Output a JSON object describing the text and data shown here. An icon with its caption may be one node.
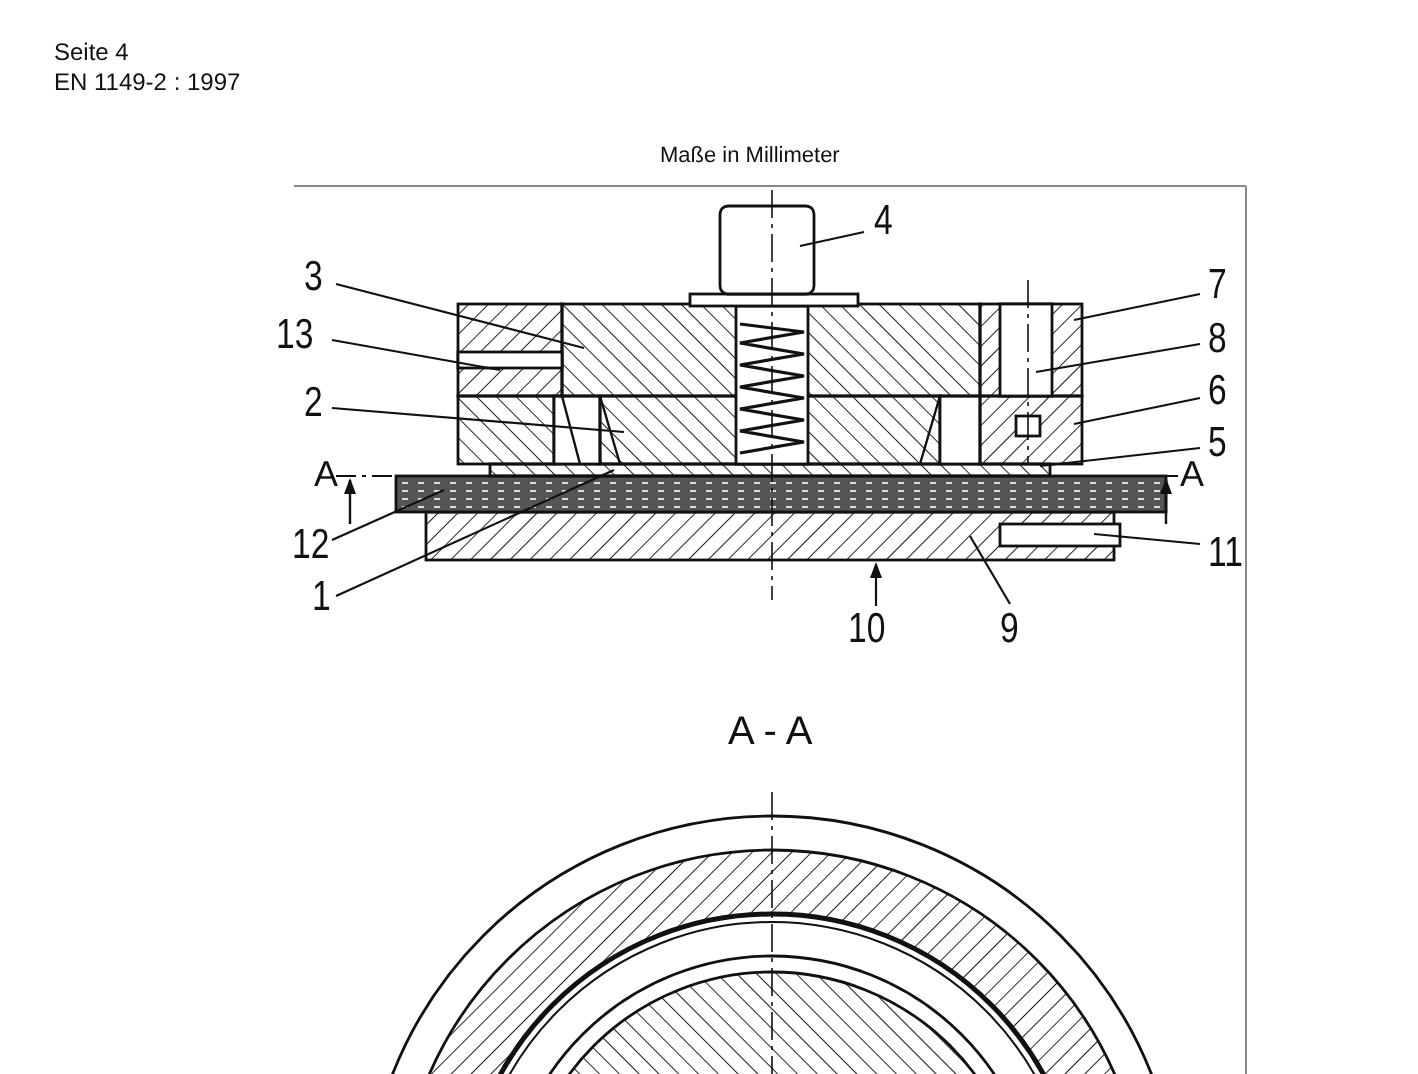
{
  "diagram": {
    "nodes": [
      {
        "text": [
          "4"
        ]
      },
      {
        "text": [
          "3"
        ]
      },
      {
        "text": [
          "7"
        ]
      },
      {
        "text": [
          "13"
        ]
      },
      {
        "text": [
          "8"
        ]
      },
      {
        "text": [
          "2"
        ]
      },
      {
        "text": [
          "6"
        ]
      },
      {
        "text": [
          "5"
        ]
      },
      {
        "text": [
          "12"
        ]
      },
      {
        "text": [
          "11"
        ]
      },
      {
        "text": [
          "1"
        ]
      },
      {
        "text": [
          "10"
        ]
      },
      {
        "text": [
          "9"
        ]
      }
    ],
    "edges": [
      {
        "from": 0,
        "to": null,
        "arrow": "none"
      },
      {
        "from": 1,
        "to": null,
        "arrow": "none"
      },
      {
        "from": 2,
        "to": null,
        "arrow": "none"
      },
      {
        "from": 3,
        "to": null,
        "arrow": "none"
      },
      {
        "from": 4,
        "to": null,
        "arrow": "none"
      },
      {
        "from": 5,
        "to": null,
        "arrow": "none"
      },
      {
        "from": 6,
        "to": null,
        "arrow": "none"
      },
      {
        "from": 7,
        "to": null,
        "arrow": "none"
      },
      {
        "from": 8,
        "to": null,
        "arrow": "none"
      },
      {
        "from": 9,
        "to": null,
        "arrow": "none"
      },
      {
        "from": 10,
        "to": null,
        "arrow": "none"
      },
      {
        "from": 11,
        "to": null,
        "arrow": "to"
      },
      {
        "from": 12,
        "to": null,
        "arrow": "none"
      }
    ],
    "labels": [
      "Seite 4",
      "EN 1149-2 : 1997",
      "Maße in Millimeter",
      "A",
      "A",
      "A - A"
    ]
  }
}
